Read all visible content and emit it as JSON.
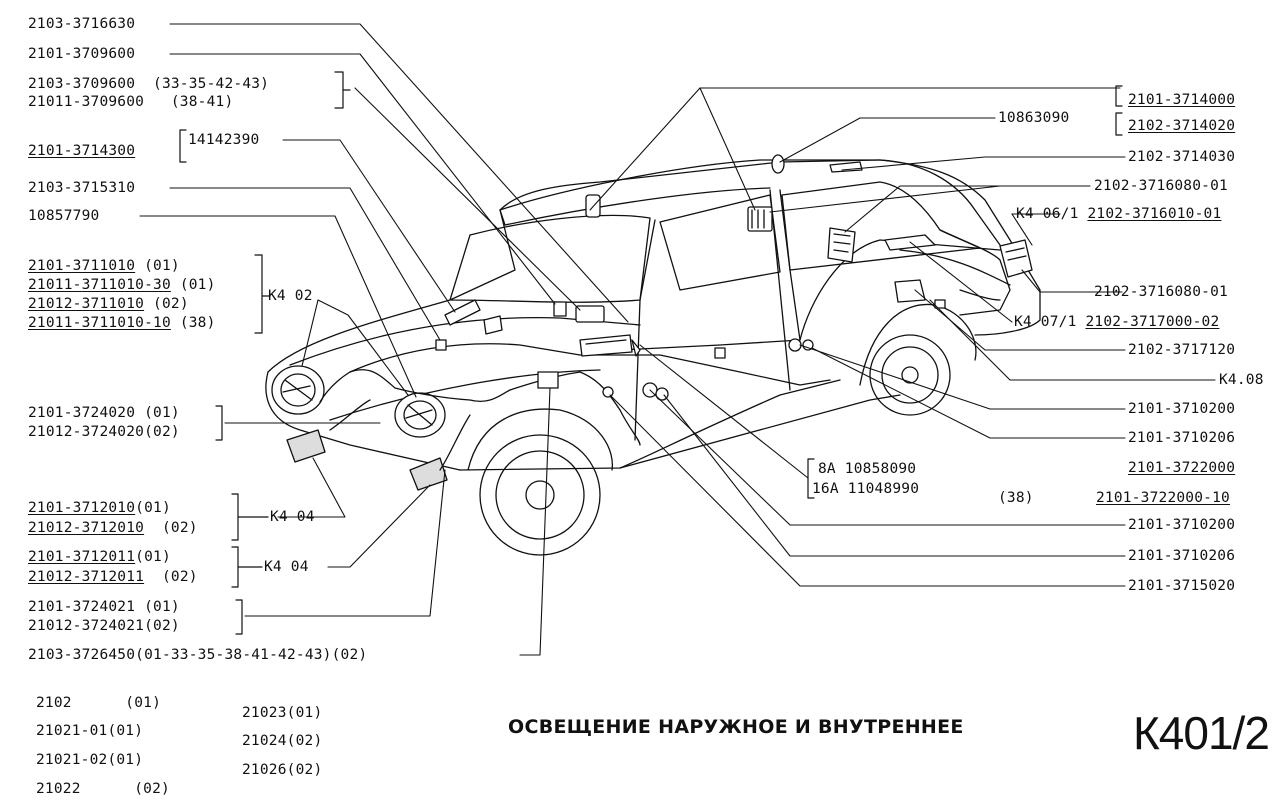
{
  "labels_left": [
    {
      "id": "l1",
      "text": "2103-3716630",
      "u": false
    },
    {
      "id": "l2",
      "text": "2101-3709600",
      "u": false
    },
    {
      "id": "l3",
      "text": "2103-3709600  (33-35-42-43)",
      "u": false
    },
    {
      "id": "l4",
      "text": "21011-3709600   (38-41)",
      "u": false
    },
    {
      "id": "l5",
      "text": "14142390",
      "u": false
    },
    {
      "id": "l6",
      "text": "2101-3714300",
      "u": true
    },
    {
      "id": "l7",
      "text": "2103-3715310",
      "u": false
    },
    {
      "id": "l8",
      "text": "10857790",
      "u": false
    },
    {
      "id": "l9",
      "text": "2101-3711010",
      "u": true
    },
    {
      "id": "l9b",
      "text": " (01)",
      "u": false
    },
    {
      "id": "l10",
      "text": "21011-3711010-30",
      "u": true
    },
    {
      "id": "l10b",
      "text": " (01)",
      "u": false
    },
    {
      "id": "l11",
      "text": "21012-3711010",
      "u": true
    },
    {
      "id": "l11b",
      "text": " (02)",
      "u": false
    },
    {
      "id": "l12",
      "text": "21011-3711010-10",
      "u": true
    },
    {
      "id": "l12b",
      "text": " (38)",
      "u": false
    },
    {
      "id": "l13",
      "text": "K4 02",
      "u": false
    },
    {
      "id": "l14",
      "text": "2101-3724020 (01)",
      "u": false
    },
    {
      "id": "l15",
      "text": "21012-3724020(02)",
      "u": false
    },
    {
      "id": "l16",
      "text": "2101-3712010",
      "u": true
    },
    {
      "id": "l16b",
      "text": "(01)",
      "u": false
    },
    {
      "id": "l17",
      "text": "21012-3712010",
      "u": true
    },
    {
      "id": "l17b",
      "text": "  (02)",
      "u": false
    },
    {
      "id": "l18",
      "text": "K4 04",
      "u": false
    },
    {
      "id": "l19",
      "text": "2101-3712011",
      "u": true
    },
    {
      "id": "l19b",
      "text": "(01)",
      "u": false
    },
    {
      "id": "l20",
      "text": "21012-3712011",
      "u": true
    },
    {
      "id": "l20b",
      "text": "  (02)",
      "u": false
    },
    {
      "id": "l21",
      "text": "K4 04",
      "u": false
    },
    {
      "id": "l22",
      "text": "2101-3724021 (01)",
      "u": false
    },
    {
      "id": "l23",
      "text": "21012-3724021(02)",
      "u": false
    },
    {
      "id": "l24",
      "text": "2103-3726450(01-33-35-38-41-42-43)(02)",
      "u": false
    }
  ],
  "labels_right": [
    {
      "id": "r1",
      "text": "2101-3714000",
      "u": true
    },
    {
      "id": "r2",
      "text": "10863090",
      "u": false
    },
    {
      "id": "r3",
      "text": "2102-3714020",
      "u": true
    },
    {
      "id": "r4",
      "text": "2102-3714030",
      "u": false
    },
    {
      "id": "r5",
      "text": "2102-3716080-01",
      "u": false
    },
    {
      "id": "r6a",
      "text": "K4 06/1",
      "u": false
    },
    {
      "id": "r6",
      "text": "2102-3716010-01",
      "u": true
    },
    {
      "id": "r7",
      "text": "2102-3716080-01",
      "u": false
    },
    {
      "id": "r8a",
      "text": "K4 07/1",
      "u": false
    },
    {
      "id": "r8",
      "text": "2102-3717000-02",
      "u": true
    },
    {
      "id": "r9",
      "text": "2102-3717120",
      "u": false
    },
    {
      "id": "r10",
      "text": "K4.08",
      "u": false
    },
    {
      "id": "r11",
      "text": "2101-3710200",
      "u": false
    },
    {
      "id": "r12",
      "text": "2101-3710206",
      "u": false
    },
    {
      "id": "r13",
      "text": "2101-3722000",
      "u": true
    },
    {
      "id": "r14",
      "text": "8A 10858090",
      "u": false
    },
    {
      "id": "r15",
      "text": "16A 11048990",
      "u": false
    },
    {
      "id": "r16",
      "text": "(38)",
      "u": false
    },
    {
      "id": "r17",
      "text": "2101-3722000-10",
      "u": true
    },
    {
      "id": "r18",
      "text": "2101-3710200",
      "u": false
    },
    {
      "id": "r19",
      "text": "2101-3710206",
      "u": false
    },
    {
      "id": "r20",
      "text": "2101-3715020",
      "u": false
    }
  ],
  "models": [
    {
      "id": "m1",
      "text": "2102      (01)"
    },
    {
      "id": "m2",
      "text": "21021-01(01)"
    },
    {
      "id": "m3",
      "text": "21021-02(01)"
    },
    {
      "id": "m4",
      "text": "21022      (02)"
    },
    {
      "id": "m5",
      "text": "21023(01)"
    },
    {
      "id": "m6",
      "text": "21024(02)"
    },
    {
      "id": "m7",
      "text": "21026(02)"
    }
  ],
  "title": "ОСВЕЩЕНИЕ НАРУЖНОЕ И ВНУТРЕННЕЕ",
  "code": "К401/2"
}
